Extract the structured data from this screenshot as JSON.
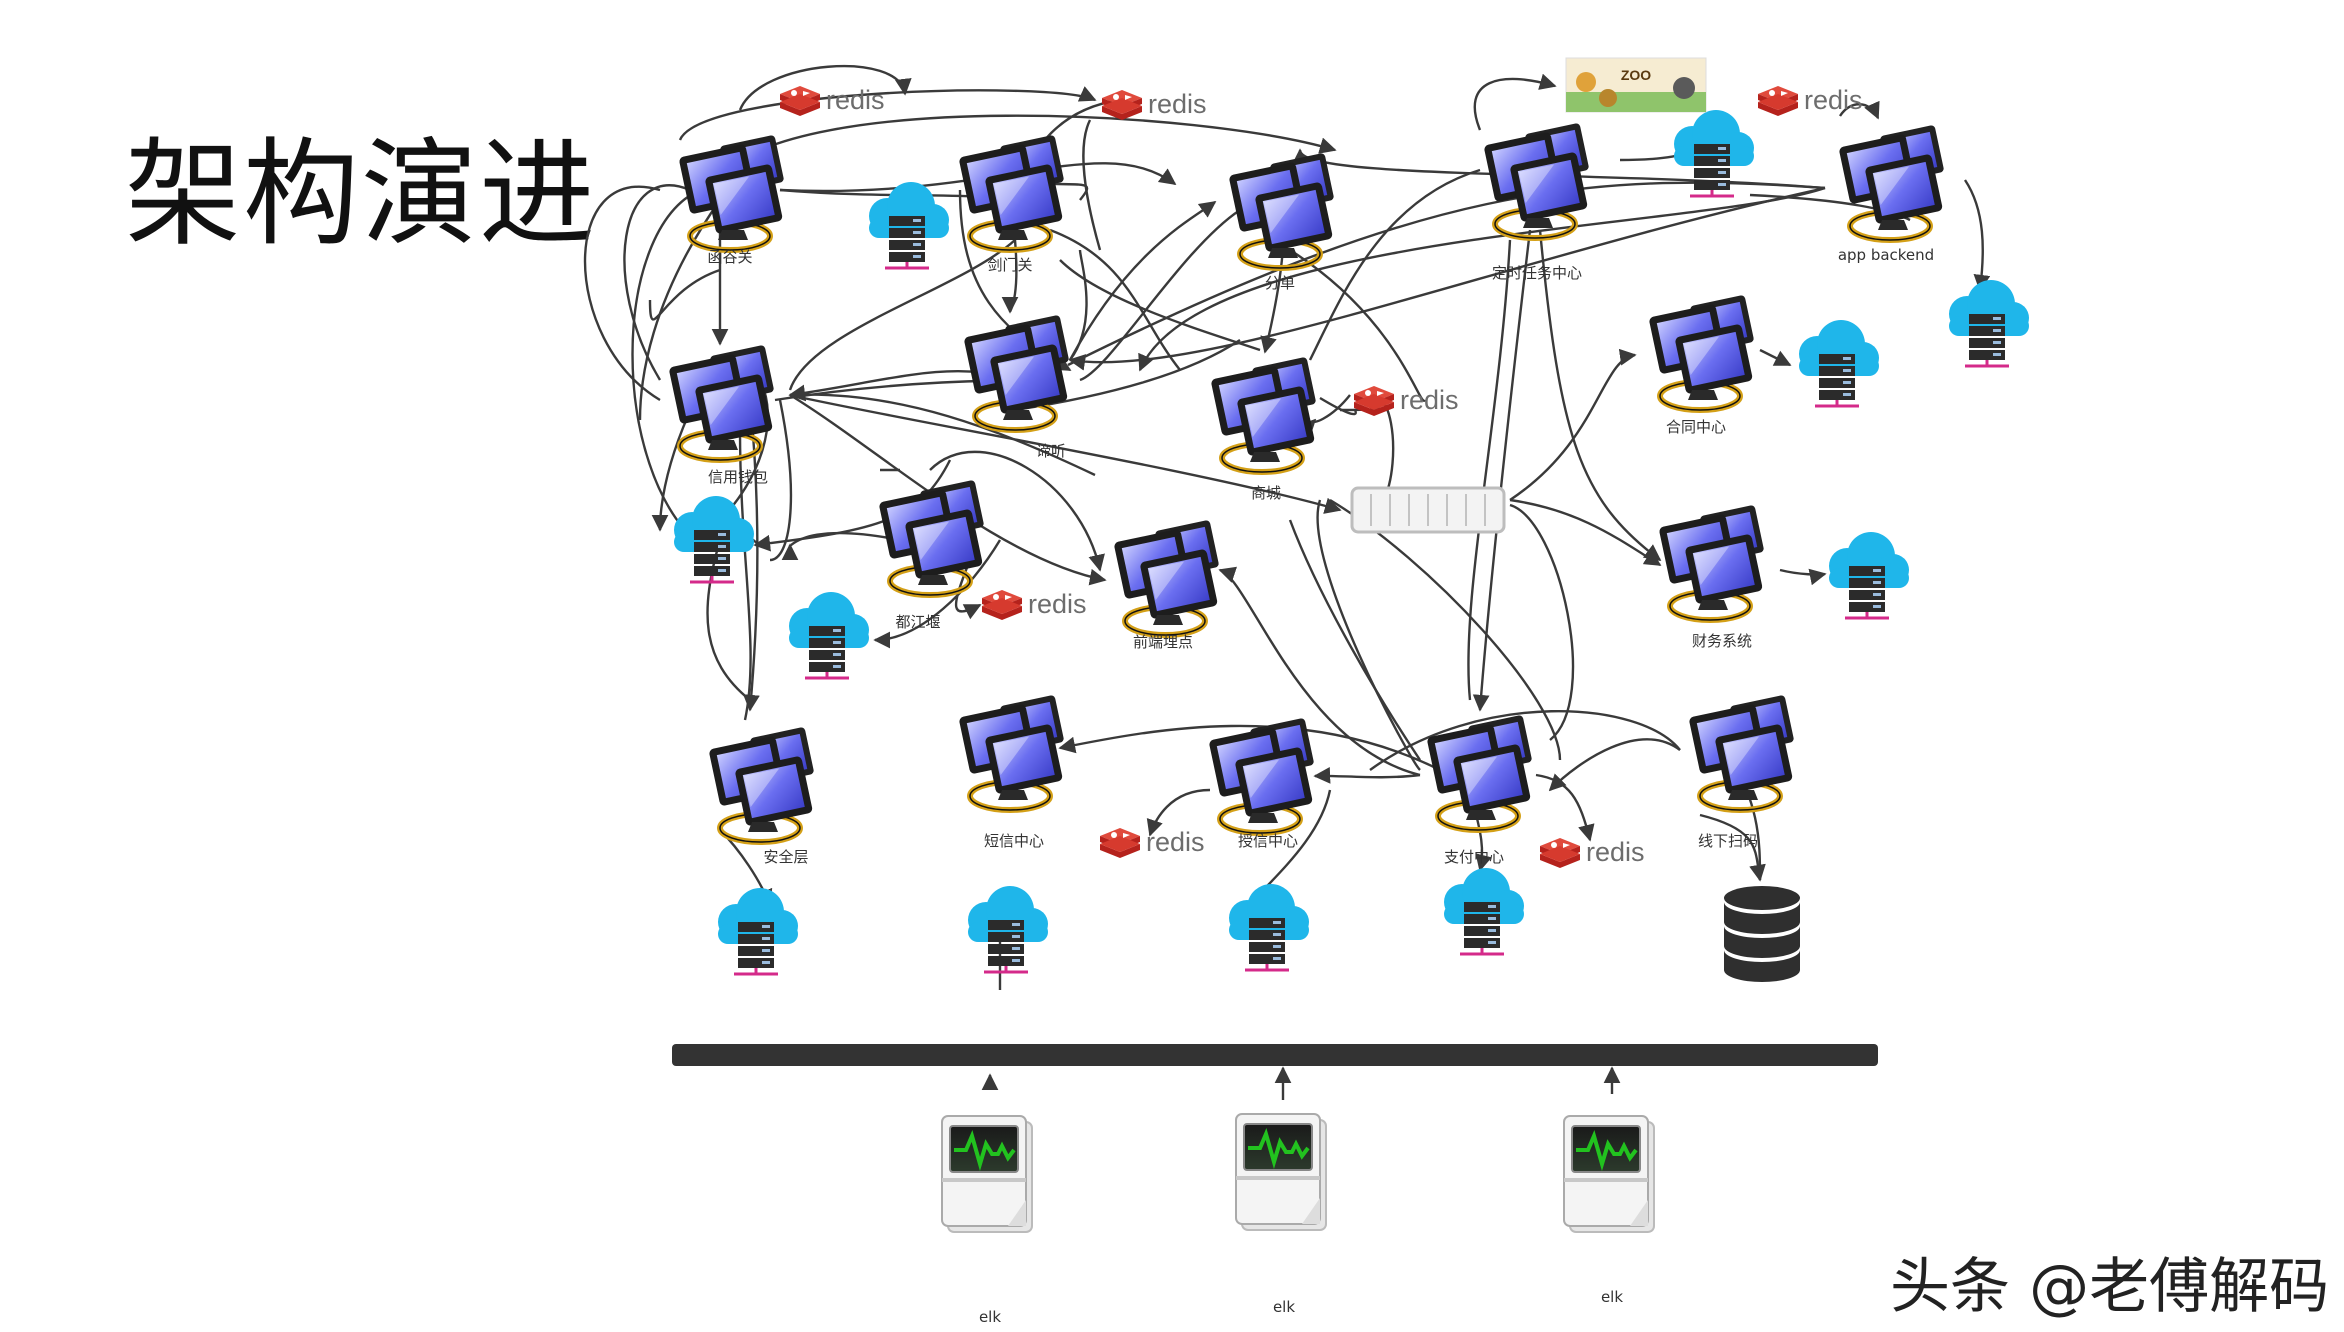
{
  "title": "架构演进",
  "watermark": "头条 @老傅解码",
  "colors": {
    "line": "#3a3a3a",
    "screen": "#6a6ef0",
    "cloud": "#1fb6ea",
    "redis": "#cf2b28",
    "bus": "#333333",
    "elk": "#22c21f"
  },
  "nodes": [
    {
      "id": "hanguguan",
      "label": "函谷关"
    },
    {
      "id": "jianmenguan",
      "label": "剑门关"
    },
    {
      "id": "fendan",
      "label": "分单"
    },
    {
      "id": "dingshi",
      "label": "定时任务中心"
    },
    {
      "id": "app",
      "label": "app backend"
    },
    {
      "id": "xinyong",
      "label": "信用钱包"
    },
    {
      "id": "diting",
      "label": "谛听"
    },
    {
      "id": "shangcheng",
      "label": "商城"
    },
    {
      "id": "hetong",
      "label": "合同中心"
    },
    {
      "id": "dujiangyan",
      "label": "都江堰"
    },
    {
      "id": "qianduan",
      "label": "前端埋点"
    },
    {
      "id": "caiwu",
      "label": "财务系统"
    },
    {
      "id": "anquan",
      "label": "安全层"
    },
    {
      "id": "duanxin",
      "label": "短信中心"
    },
    {
      "id": "shouxin",
      "label": "授信中心"
    },
    {
      "id": "zhifu",
      "label": "支付中心"
    },
    {
      "id": "xianxia",
      "label": "线下扫码"
    }
  ],
  "redis_label": "redis",
  "zoo_label": "ZOO",
  "elk_label": "elk"
}
